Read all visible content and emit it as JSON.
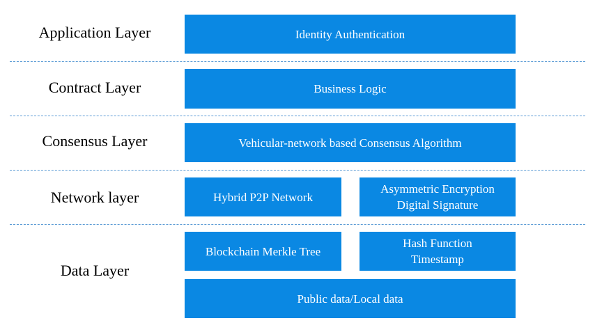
{
  "colors": {
    "box_fill": "#0A88E3",
    "box_text": "#FFFFFF",
    "divider": "#5B9BD5",
    "label_text": "#000000"
  },
  "layers": {
    "application": {
      "label": "Application Layer",
      "boxes": [
        "Identity Authentication"
      ]
    },
    "contract": {
      "label": "Contract Layer",
      "boxes": [
        "Business Logic"
      ]
    },
    "consensus": {
      "label": "Consensus Layer",
      "boxes": [
        "Vehicular-network based Consensus Algorithm"
      ]
    },
    "network": {
      "label": "Network layer",
      "boxes": [
        "Hybrid P2P Network"
      ],
      "crypto_lines": [
        "Asymmetric Encryption",
        "Digital Signature"
      ]
    },
    "data": {
      "label": "Data Layer",
      "boxes": [
        "Blockchain Merkle Tree",
        "Public data/Local data"
      ],
      "hash_lines": [
        "Hash Function",
        "Timestamp"
      ]
    }
  }
}
